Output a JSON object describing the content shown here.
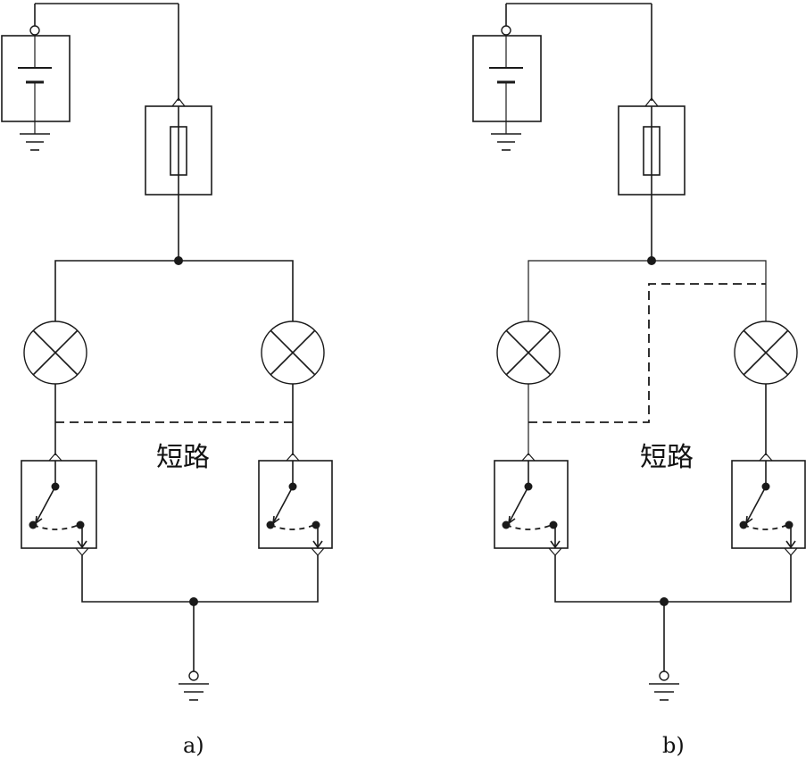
{
  "diagrams": [
    {
      "label": "a)",
      "short_label": "短路"
    },
    {
      "label": "b)",
      "short_label": "短路"
    }
  ]
}
